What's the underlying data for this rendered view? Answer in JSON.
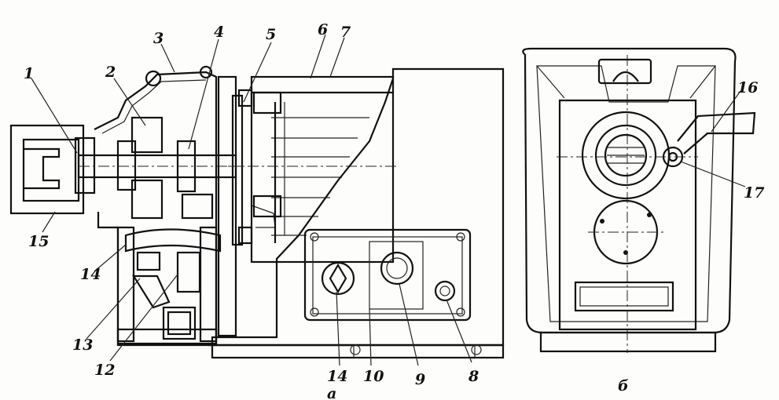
{
  "labels": {
    "l1": "1",
    "l2": "2",
    "l3": "3",
    "l4": "4",
    "l5": "5",
    "l6": "6",
    "l7": "7",
    "l8": "8",
    "l9": "9",
    "l10": "10",
    "l12": "12",
    "l13": "13",
    "l14a": "14",
    "l14b": "14",
    "l15": "15",
    "l16": "16",
    "l17": "17"
  },
  "views": {
    "a": "a",
    "b": "б"
  }
}
